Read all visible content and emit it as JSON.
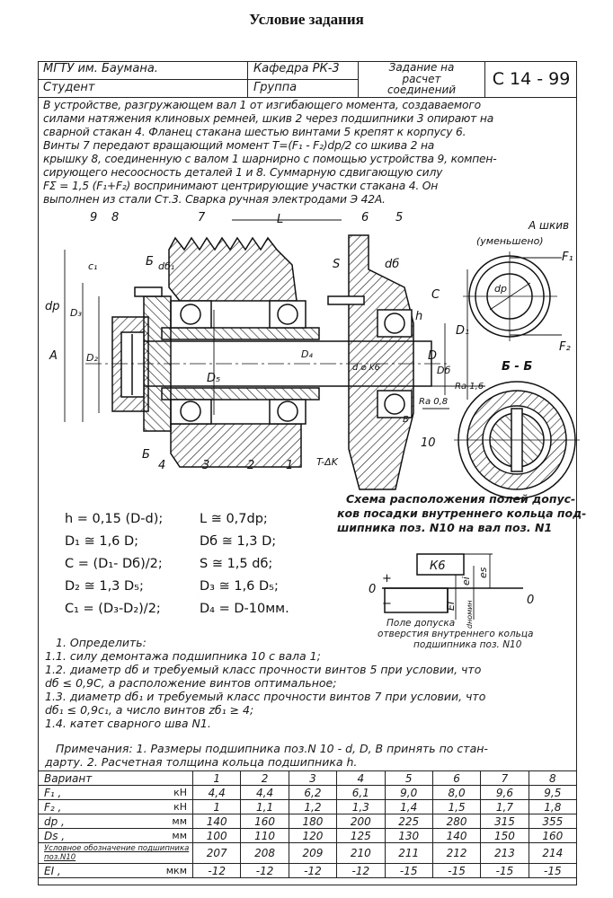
{
  "title": "Условие задания",
  "header": {
    "university": "МГТУ им. Баумана.",
    "student": "Студент",
    "department": "Кафедра РК-3",
    "group": "Группа",
    "task_name_lines": [
      "Задание на",
      "расчет",
      "соединений"
    ],
    "code": "С 14 - 99"
  },
  "description": [
    "В устройстве, разгружающем вал 1 от изгибающего момента, создаваемого",
    "силами натяжения клиновых ремней, шкив 2 через подшипники 3 опирают на",
    "сварной стакан 4. Фланец стакана шестью винтами 5 крепят к корпусу 6.",
    "Винты 7 передают вращающий момент T=(F₁ - F₂)dp/2 со шкива 2 на",
    "крышку 8, соединенную с валом 1 шарнирно с помощью устройства 9, компен-",
    "сирующего несоосность деталей 1 и 8. Суммарную сдвигающую силу",
    "FΣ = 1,5 (F₁+F₂) воспринимают центрирующие участки стакана 4. Он",
    "выполнен из стали Ст.3. Сварка ручная электродами Э 42А."
  ],
  "drawing": {
    "labels": {
      "p9": "9",
      "p8": "8",
      "p7": "7",
      "L": "L",
      "p6": "6",
      "p5": "5",
      "b_top": "Б",
      "db1": "dб₁",
      "S": "S",
      "db": "dб",
      "C": "C",
      "h": "h",
      "D": "D",
      "Db": "Dб",
      "D1": "D₁",
      "dp": "dp",
      "D3": "D₃",
      "c1": "c₁",
      "D2": "D₂",
      "A": "A",
      "D5": "D₅",
      "D4": "D₄",
      "dk6": "d ⌀ k6",
      "B": "B",
      "b_bottom": "Б",
      "p4": "4",
      "p3": "3",
      "p2": "2",
      "p1": "1",
      "weld": "T-ΔK",
      "p10": "10",
      "ra16": "Ra 1,6",
      "ra08": "Ra 0,8"
    },
    "view_a_title": "А шкив",
    "view_a_sub": "(уменьшено)",
    "F1": "F₁",
    "F2": "F₂",
    "view_a_dp": "dp",
    "section_title": "Б - Б"
  },
  "formulas": [
    [
      "h = 0,15 (D-d);",
      "L ≅ 0,7dp;"
    ],
    [
      "D₁ ≅ 1,6 D;",
      "Dб ≅ 1,3 D;"
    ],
    [
      "C = (D₁- Dб)/2;",
      "S ≅ 1,5 dб;"
    ],
    [
      "D₂ ≅ 1,3 D₅;",
      "D₃ ≅ 1,6 D₅;"
    ],
    [
      "C₁ = (D₃-D₂)/2;",
      "D₄ = D-10мм."
    ]
  ],
  "scheme": {
    "title_lines": [
      "Схема расположения полей допус-",
      "ков посадки внутреннего кольца под-",
      "шипника поз. N10 на вал поз. N1"
    ],
    "k6": "К6",
    "zero": "0",
    "plus": "+",
    "minus": "−",
    "EI": "EI",
    "ei": "ei",
    "es": "es",
    "d_nom": "dномин",
    "note_lines": [
      "Поле допуска",
      "отверстия внутреннего кольца",
      "подшипника поз. N10"
    ]
  },
  "tasks": [
    "1. Определить:",
    "1.1. силу демонтажа подшипника 10 с вала 1;",
    "1.2. диаметр dб и требуемый класс прочности винтов 5 при условии, что",
    "dб ≤ 0,9C, а расположение винтов оптимальное;",
    "1.3. диаметр dб₁ и требуемый класс прочности винтов 7 при условии, что",
    "dб₁ ≤ 0,9c₁, а число винтов zб₁ ≥ 4;",
    "1.4. катет сварного шва N1."
  ],
  "note": [
    "Примечания: 1. Размеры подшипника поз.N 10 - d, D, B принять по стан-",
    "дарту. 2. Расчетная толщина кольца подшипника h."
  ],
  "table": {
    "header_label": "Вариант",
    "variants": [
      "1",
      "2",
      "3",
      "4",
      "5",
      "6",
      "7",
      "8"
    ],
    "rows": [
      {
        "label": "F₁ ,",
        "unit": "кН",
        "values": [
          "4,4",
          "4,4",
          "6,2",
          "6,1",
          "9,0",
          "8,0",
          "9,6",
          "9,5"
        ]
      },
      {
        "label": "F₂ ,",
        "unit": "кН",
        "values": [
          "1",
          "1,1",
          "1,2",
          "1,3",
          "1,4",
          "1,5",
          "1,7",
          "1,8"
        ]
      },
      {
        "label": "dp ,",
        "unit": "мм",
        "values": [
          "140",
          "160",
          "180",
          "200",
          "225",
          "280",
          "315",
          "355"
        ]
      },
      {
        "label": "Ds ,",
        "unit": "мм",
        "values": [
          "100",
          "110",
          "120",
          "125",
          "130",
          "140",
          "150",
          "160"
        ]
      },
      {
        "label": "Условное обозначение подшипника поз.N10",
        "unit": "",
        "values": [
          "207",
          "208",
          "209",
          "210",
          "211",
          "212",
          "213",
          "214"
        ]
      },
      {
        "label": "EI ,",
        "unit": "мкм",
        "values": [
          "-12",
          "-12",
          "-12",
          "-12",
          "-15",
          "-15",
          "-15",
          "-15"
        ]
      }
    ]
  }
}
